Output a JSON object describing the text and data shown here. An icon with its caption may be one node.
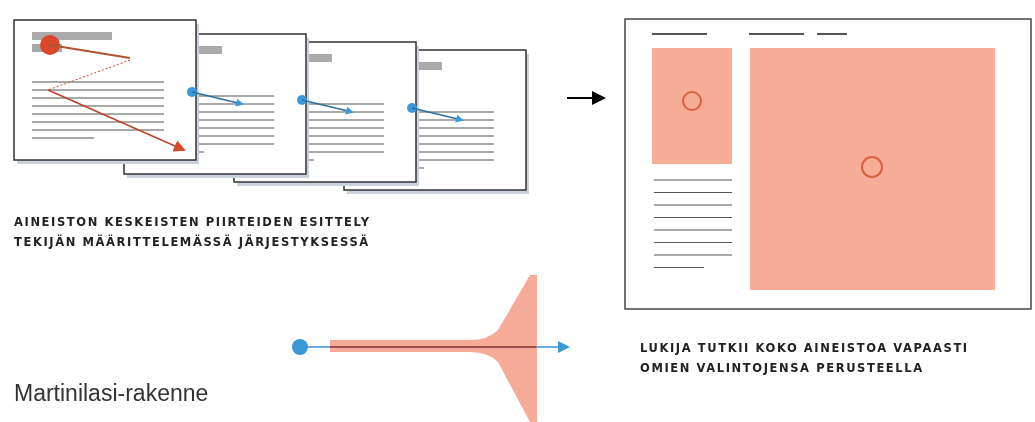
{
  "diagram": {
    "caption": "Martinilasi-rakenne",
    "nodes": [
      {
        "text": [],
        "shape": "picture",
        "beside": [
          "AINEISTON KESKEISTEN PIIRTEIDEN ESITTELY TEKIJÄN MÄÄRITTELEMÄSSÄ JÄRJESTYKSESSÄ"
        ]
      },
      {
        "text": [],
        "shape": "picture",
        "beside": [
          "LUKIJA TUTKII KOKO AINEISTOA VAPAASTI OMIEN VALINTOJENSA PERUSTEELLA"
        ]
      }
    ],
    "edges": [
      {
        "from": 0,
        "to": 1,
        "arrow": "to"
      }
    ]
  }
}
